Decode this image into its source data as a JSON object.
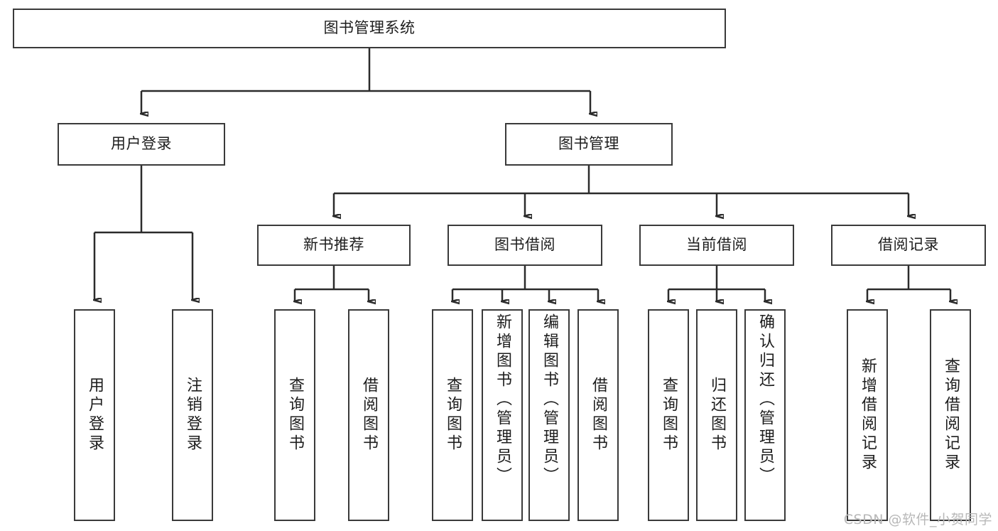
{
  "diagram": {
    "type": "tree",
    "title": "图书管理系统",
    "root": {
      "id": "root",
      "label": "图书管理系统"
    },
    "level2": [
      {
        "id": "user-login",
        "label": "用户登录"
      },
      {
        "id": "book-manage",
        "label": "图书管理"
      }
    ],
    "level3": [
      {
        "id": "new-book-recommend",
        "label": "新书推荐"
      },
      {
        "id": "book-borrow",
        "label": "图书借阅"
      },
      {
        "id": "current-borrow",
        "label": "当前借阅"
      },
      {
        "id": "borrow-record",
        "label": "借阅记录"
      }
    ],
    "leaves": {
      "user_login": [
        {
          "id": "leaf-user-login",
          "label": "用户登录"
        },
        {
          "id": "leaf-logout",
          "label": "注销登录"
        }
      ],
      "new_book_recommend": [
        {
          "id": "leaf-query-book-1",
          "label": "查询图书"
        },
        {
          "id": "leaf-borrow-book-1",
          "label": "借阅图书"
        }
      ],
      "book_borrow": [
        {
          "id": "leaf-query-book-2",
          "label": "查询图书"
        },
        {
          "id": "leaf-add-book",
          "label": "新增图书（管理员）"
        },
        {
          "id": "leaf-edit-book",
          "label": "编辑图书（管理员）"
        },
        {
          "id": "leaf-borrow-book-2",
          "label": "借阅图书"
        }
      ],
      "current_borrow": [
        {
          "id": "leaf-query-book-3",
          "label": "查询图书"
        },
        {
          "id": "leaf-return-book",
          "label": "归还图书"
        },
        {
          "id": "leaf-confirm-return",
          "label": "确认归还（管理员）"
        }
      ],
      "borrow_record": [
        {
          "id": "leaf-add-record",
          "label": "新增借阅记录"
        },
        {
          "id": "leaf-query-record",
          "label": "查询借阅记录"
        }
      ]
    }
  },
  "watermark": {
    "text": "CSDN @软件_小贺同学"
  },
  "colors": {
    "border": "#3a3a3a",
    "connector": "#2b2b2b",
    "text": "#1d1d1d",
    "background": "#ffffff",
    "watermark": "#b8b8b8"
  }
}
